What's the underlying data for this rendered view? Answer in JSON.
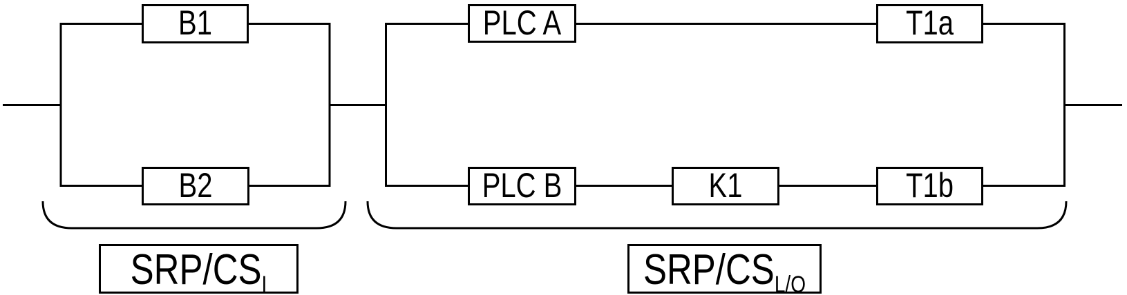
{
  "figure": {
    "type": "reliability-block-diagram",
    "colors": {
      "line": "#000000",
      "background": "#ffffff"
    },
    "blocks": [
      {
        "label": "B1"
      },
      {
        "label": "B2"
      },
      {
        "label": "PLC A"
      },
      {
        "label": "PLC B"
      },
      {
        "label": "K1"
      },
      {
        "label": "T1a"
      },
      {
        "label": "T1b"
      }
    ],
    "sections": [
      {
        "label_text": "SRP/CS",
        "label_subscript": "I",
        "structure": "parallel",
        "branches": [
          [
            "B1"
          ],
          [
            "B2"
          ]
        ]
      },
      {
        "label_text": "SRP/CS",
        "label_subscript": "L/O",
        "structure": "parallel",
        "branches": [
          [
            "PLC A",
            "T1a"
          ],
          [
            "PLC B",
            "K1",
            "T1b"
          ]
        ]
      }
    ]
  }
}
